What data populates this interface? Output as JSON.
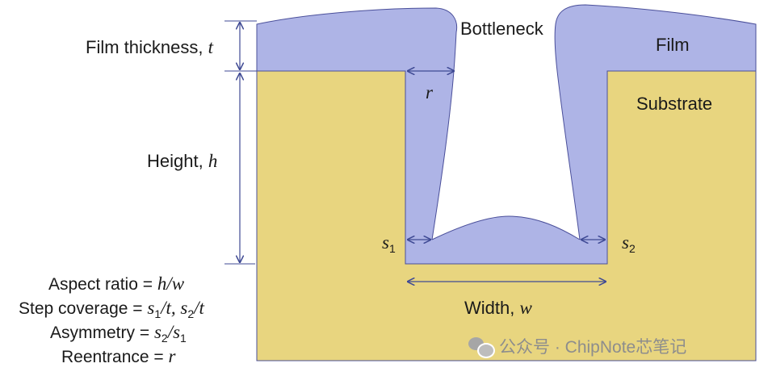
{
  "labels": {
    "film_thickness": "Film thickness,",
    "film_thickness_sym": "t",
    "bottleneck": "Bottleneck",
    "film": "Film",
    "substrate": "Substrate",
    "height": "Height,",
    "height_sym": "h",
    "r_sym": "r",
    "s1_sym": "s",
    "s1_sub": "1",
    "s2_sym": "s",
    "s2_sub": "2",
    "width": "Width,",
    "width_sym": "w"
  },
  "equations": {
    "aspect_ratio": {
      "name": "Aspect ratio = ",
      "expr": "h/w"
    },
    "step_coverage": {
      "name": "Step coverage = ",
      "expr_a": "s",
      "sub_a": "1",
      "expr_b": "/t, s",
      "sub_b": "2",
      "expr_c": "/t"
    },
    "asymmetry": {
      "name": "Asymmetry = ",
      "expr_a": "s",
      "sub_a": "2",
      "expr_b": "/s",
      "sub_b": "1"
    },
    "reentrance": {
      "name": "Reentrance = ",
      "expr": "r"
    }
  },
  "watermark": "公众号 · ChipNote芯笔记",
  "colors": {
    "substrate": "#e8d57f",
    "film": "#aeb4e6",
    "outline": "#4a4f9a",
    "arrows": "#3f4a94"
  }
}
